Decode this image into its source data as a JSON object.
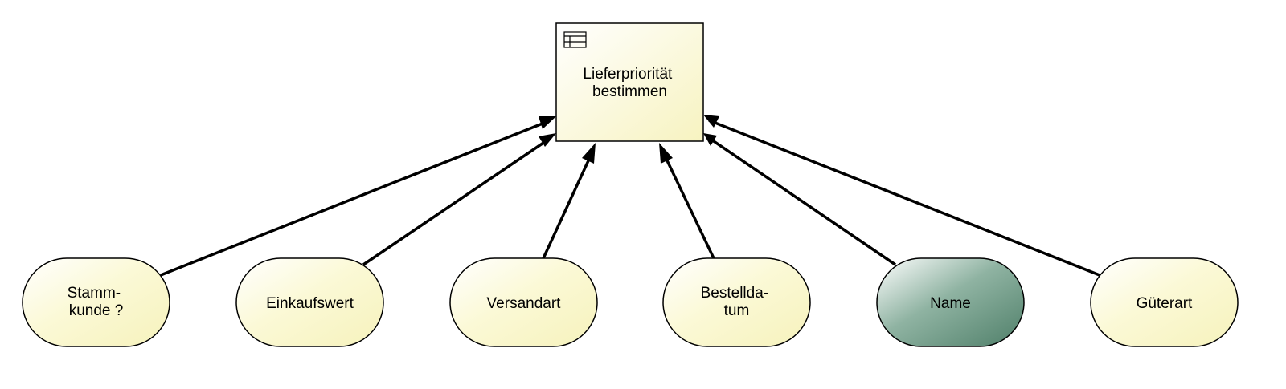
{
  "decision": {
    "label_lines": [
      "Lieferpriorität",
      "bestimmen"
    ],
    "icon": "table-icon"
  },
  "inputs": [
    {
      "id": "stammkunde",
      "label_lines": [
        "Stamm-",
        "kunde ?"
      ],
      "style": "light"
    },
    {
      "id": "einkaufswert",
      "label_lines": [
        "Einkaufswert"
      ],
      "style": "light"
    },
    {
      "id": "versandart",
      "label_lines": [
        "Versandart"
      ],
      "style": "light"
    },
    {
      "id": "bestelldatum",
      "label_lines": [
        "Bestellda-",
        "tum"
      ],
      "style": "light"
    },
    {
      "id": "name",
      "label_lines": [
        "Name"
      ],
      "style": "dark"
    },
    {
      "id": "gueterart",
      "label_lines": [
        "Güterart"
      ],
      "style": "light"
    }
  ],
  "colors": {
    "decision_fill_start": "#ffffff",
    "decision_fill_end": "#f7f3c0",
    "input_fill_start": "#ffffff",
    "input_fill_end": "#f8f5c4",
    "input_dark_start": "#ffffff",
    "input_dark_end": "#5e8c78",
    "stroke": "#000000"
  }
}
